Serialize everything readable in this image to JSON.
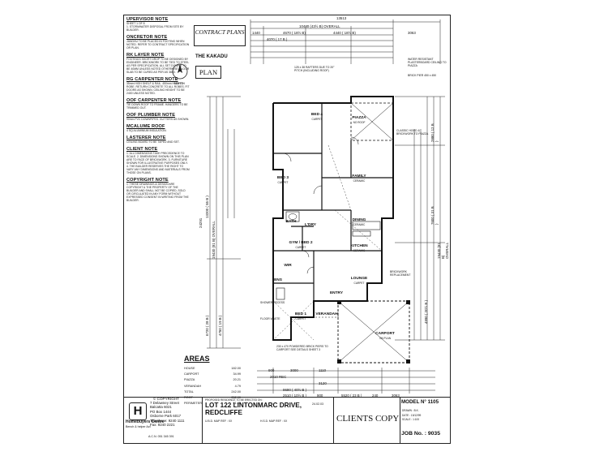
{
  "sheet": {
    "contract_plans": "CONTRACT PLANS",
    "model_name": "THE KAKADU",
    "plan_label": "PLAN",
    "north_label": "NORTH"
  },
  "notes": [
    {
      "heading": "UPERVISOR NOTE",
      "text": "SHEET 1 OF 8\n1. STORMWATER DISPOSAL FROM SITE BY BUILDER."
    },
    {
      "heading": "ONCRETOR NOTE",
      "text": "JANGHU TO BE PLACED IN FOOTING WHEN NOTED. REFER TO CONTRACT SPECIFICATION OR PLAN."
    },
    {
      "heading": "RK LAYER NOTE",
      "text": "FOOTINGS SHORT DROP TO BE DESIGNED BY ENGINEER. BRICKWORK TO BE TIED TO STEEL AS PER SPECIFICATION. ALL SET DOWNS TO BE 40MM UNLESS NOTED OTHERWISE. FLOOR SLAB TO BE CURED AS PER AS 3600."
    },
    {
      "heading": "RG CARPENTER NOTE",
      "text": "35mm HIGH SHELF & RAIL. 450mm HIGH TO ROBE. RETURN CONCRETE TO ALL ROBES. FIT DOORS AS SHOWN. CEILING HEIGHT TO BE 2400 UNLESS NOTED."
    },
    {
      "heading": "OOF CARPENTER NOTE",
      "text": "TIE DOWN ROOF TO FRAME. HANGERS TO BE TRIMMED OUT."
    },
    {
      "heading": "OOF PLUMBER NOTE",
      "text": "90mm PVC DOWNPIPES. GUTTERS AS SHOWN."
    },
    {
      "heading": "MCALUME ROOF",
      "text": "4 SQ ALUMINIUM INSULATION."
    },
    {
      "heading": "LASTERER NOTE",
      "text": "CEILING BOARD TO BE TAPED AND SET."
    },
    {
      "heading": "CLIENT NOTE",
      "text": "1. ALL DIMENSIONS TAKE PRECEDENCE TO SCALE. 2. DIMENSIONS SHOWN ON THIS PLAN ARE TO FACE OF BRICKWORK. 3. FURNITURE SHOWN FOR ILLUSTRATIVE PURPOSES ONLY. 4. THE BUILDER RESERVES THE RIGHT TO VARY ANY DIMENSIONS AND MATERIALS FROM THOSE ON PLANS."
    },
    {
      "heading": "COPYRIGHT NOTE",
      "text": "1. THESE DRAWINGS & DESIGN ARE COPYRIGHT & THE PROPERTY OF THE BUILDER AND SHALL NOT BE COPIED, SOLD OR CIRCULATED IN ANY FORM WITHOUT EXPRESSED CONSENT IN WRITING FROM THE BUILDER."
    }
  ],
  "copyright_mark": "© COPYRIGHT",
  "top_dims": {
    "overall": "13513",
    "overall_sub": "10430 (43½ B) OVERALL",
    "d1": "1440",
    "d2": "4670 ( 18½ B)",
    "d3": "4440 ( 18½ B)",
    "d4": "4070 ( 17 B )",
    "d5": "3063"
  },
  "left_dims": {
    "overall": "24291",
    "overall_sub": "13200 ( 55 B )",
    "main": "19430 (81 B) OVERALL",
    "lower": "6720 ( 28 B )",
    "lower2": "4750 ( 19 B )"
  },
  "right_dims": {
    "overall": "19430 (81 B) OVERALL",
    "upper": "2880 ( 12 B )",
    "mid": "7600 ( 31 B )",
    "lower": "4990 ( 20½ B )"
  },
  "rooms": [
    {
      "label": "BED 4",
      "sub": "CARPET"
    },
    {
      "label": "PIAZZA",
      "sub": "NO ROOF"
    },
    {
      "label": "FAMILY",
      "sub": "CERAMIC"
    },
    {
      "label": "BED 3",
      "sub": "CARPET"
    },
    {
      "label": "DINING",
      "sub": "CERAMIC"
    },
    {
      "label": "GYM / BED 2",
      "sub": "CARPET"
    },
    {
      "label": "KITCHEN",
      "sub": "CERAMIC"
    },
    {
      "label": "LOUNGE",
      "sub": "CARPET"
    },
    {
      "label": "BED 1",
      "sub": "CARPET"
    },
    {
      "label": "ENS",
      "sub": ""
    },
    {
      "label": "WIR",
      "sub": ""
    },
    {
      "label": "BATH",
      "sub": ""
    },
    {
      "label": "CARPORT",
      "sub": "ON PLAN"
    },
    {
      "label": "VERANDAH",
      "sub": ""
    },
    {
      "label": "ENTRY",
      "sub": ""
    },
    {
      "label": "L'DRY",
      "sub": ""
    }
  ],
  "room_notes": [
    "125 x 38 RAFTERS DUE TO 20° PITCH (INCLUDING ROOF)",
    "WATER RESISTANT PLASTERBOARD CEILING TO PIAZZA",
    "BRICK PIER 450 x 450",
    "CLASSIC HOOD & BRICKWORK TO PIAZZA",
    "230 x 470 POWDERED BRICK PIERS TO CARPORT SEE DETAILS SHEET 3",
    "BRICKWORK REPLACEMENT",
    "SHOWER RECESS",
    "FLOOR WASTE"
  ],
  "areas": {
    "title": "AREAS",
    "rows": [
      {
        "label": "HOUSE",
        "value": "182.00"
      },
      {
        "label": "CARPORT",
        "value": "34.99"
      },
      {
        "label": "PIAZZA",
        "value": "20.21"
      },
      {
        "label": "VERANDAH",
        "value": "4.79"
      },
      {
        "label": "TOTAL",
        "value": "242.00"
      },
      {
        "label": "ROOF",
        "value": "252.90"
      },
      {
        "label": "PERIMETER",
        "value": "61.45"
      }
    ]
  },
  "bottom_dims": {
    "a": "900",
    "b": "2510 ( 10½ B )",
    "c": "900",
    "d": "5520 ( 23 B )",
    "e": "240",
    "f": "3063",
    "g": "9690 ( 40½ B )",
    "h": "3000",
    "i": "1110",
    "j": "2010 REC",
    "k": "3120"
  },
  "title_block": {
    "company_logo": "H",
    "company_name": "Homebuyers Centre",
    "company_tag": "Bench & helper Act",
    "address": [
      "7 Delawney Street",
      "Balcatta 6021",
      "PO Box 1444",
      "Osborne Park 6017",
      "Telephone: 9240 1111",
      "Fax: 9240 2221"
    ],
    "acn": "A.C.N. 051 345 391",
    "proposed": "PROPOSED RESIDENCE TO BE ERECTED ON :",
    "lot_line1": "LOT 122 LINTONMARC DRIVE,",
    "lot_line2": "REDCLIFFE",
    "map_ref1": "U.B.D. MAP REF : XX",
    "map_ref2": "H.S.D. MAP REF : XX",
    "date": "24.02.03",
    "clients": "CLIENTS COPY",
    "model": "MODEL N° 1105",
    "job": "JOB No. : 9035",
    "drawn": "DRAWN : B.K.",
    "scale": "SCALE : 1:100",
    "date2": "DATE : 15/12/99"
  }
}
